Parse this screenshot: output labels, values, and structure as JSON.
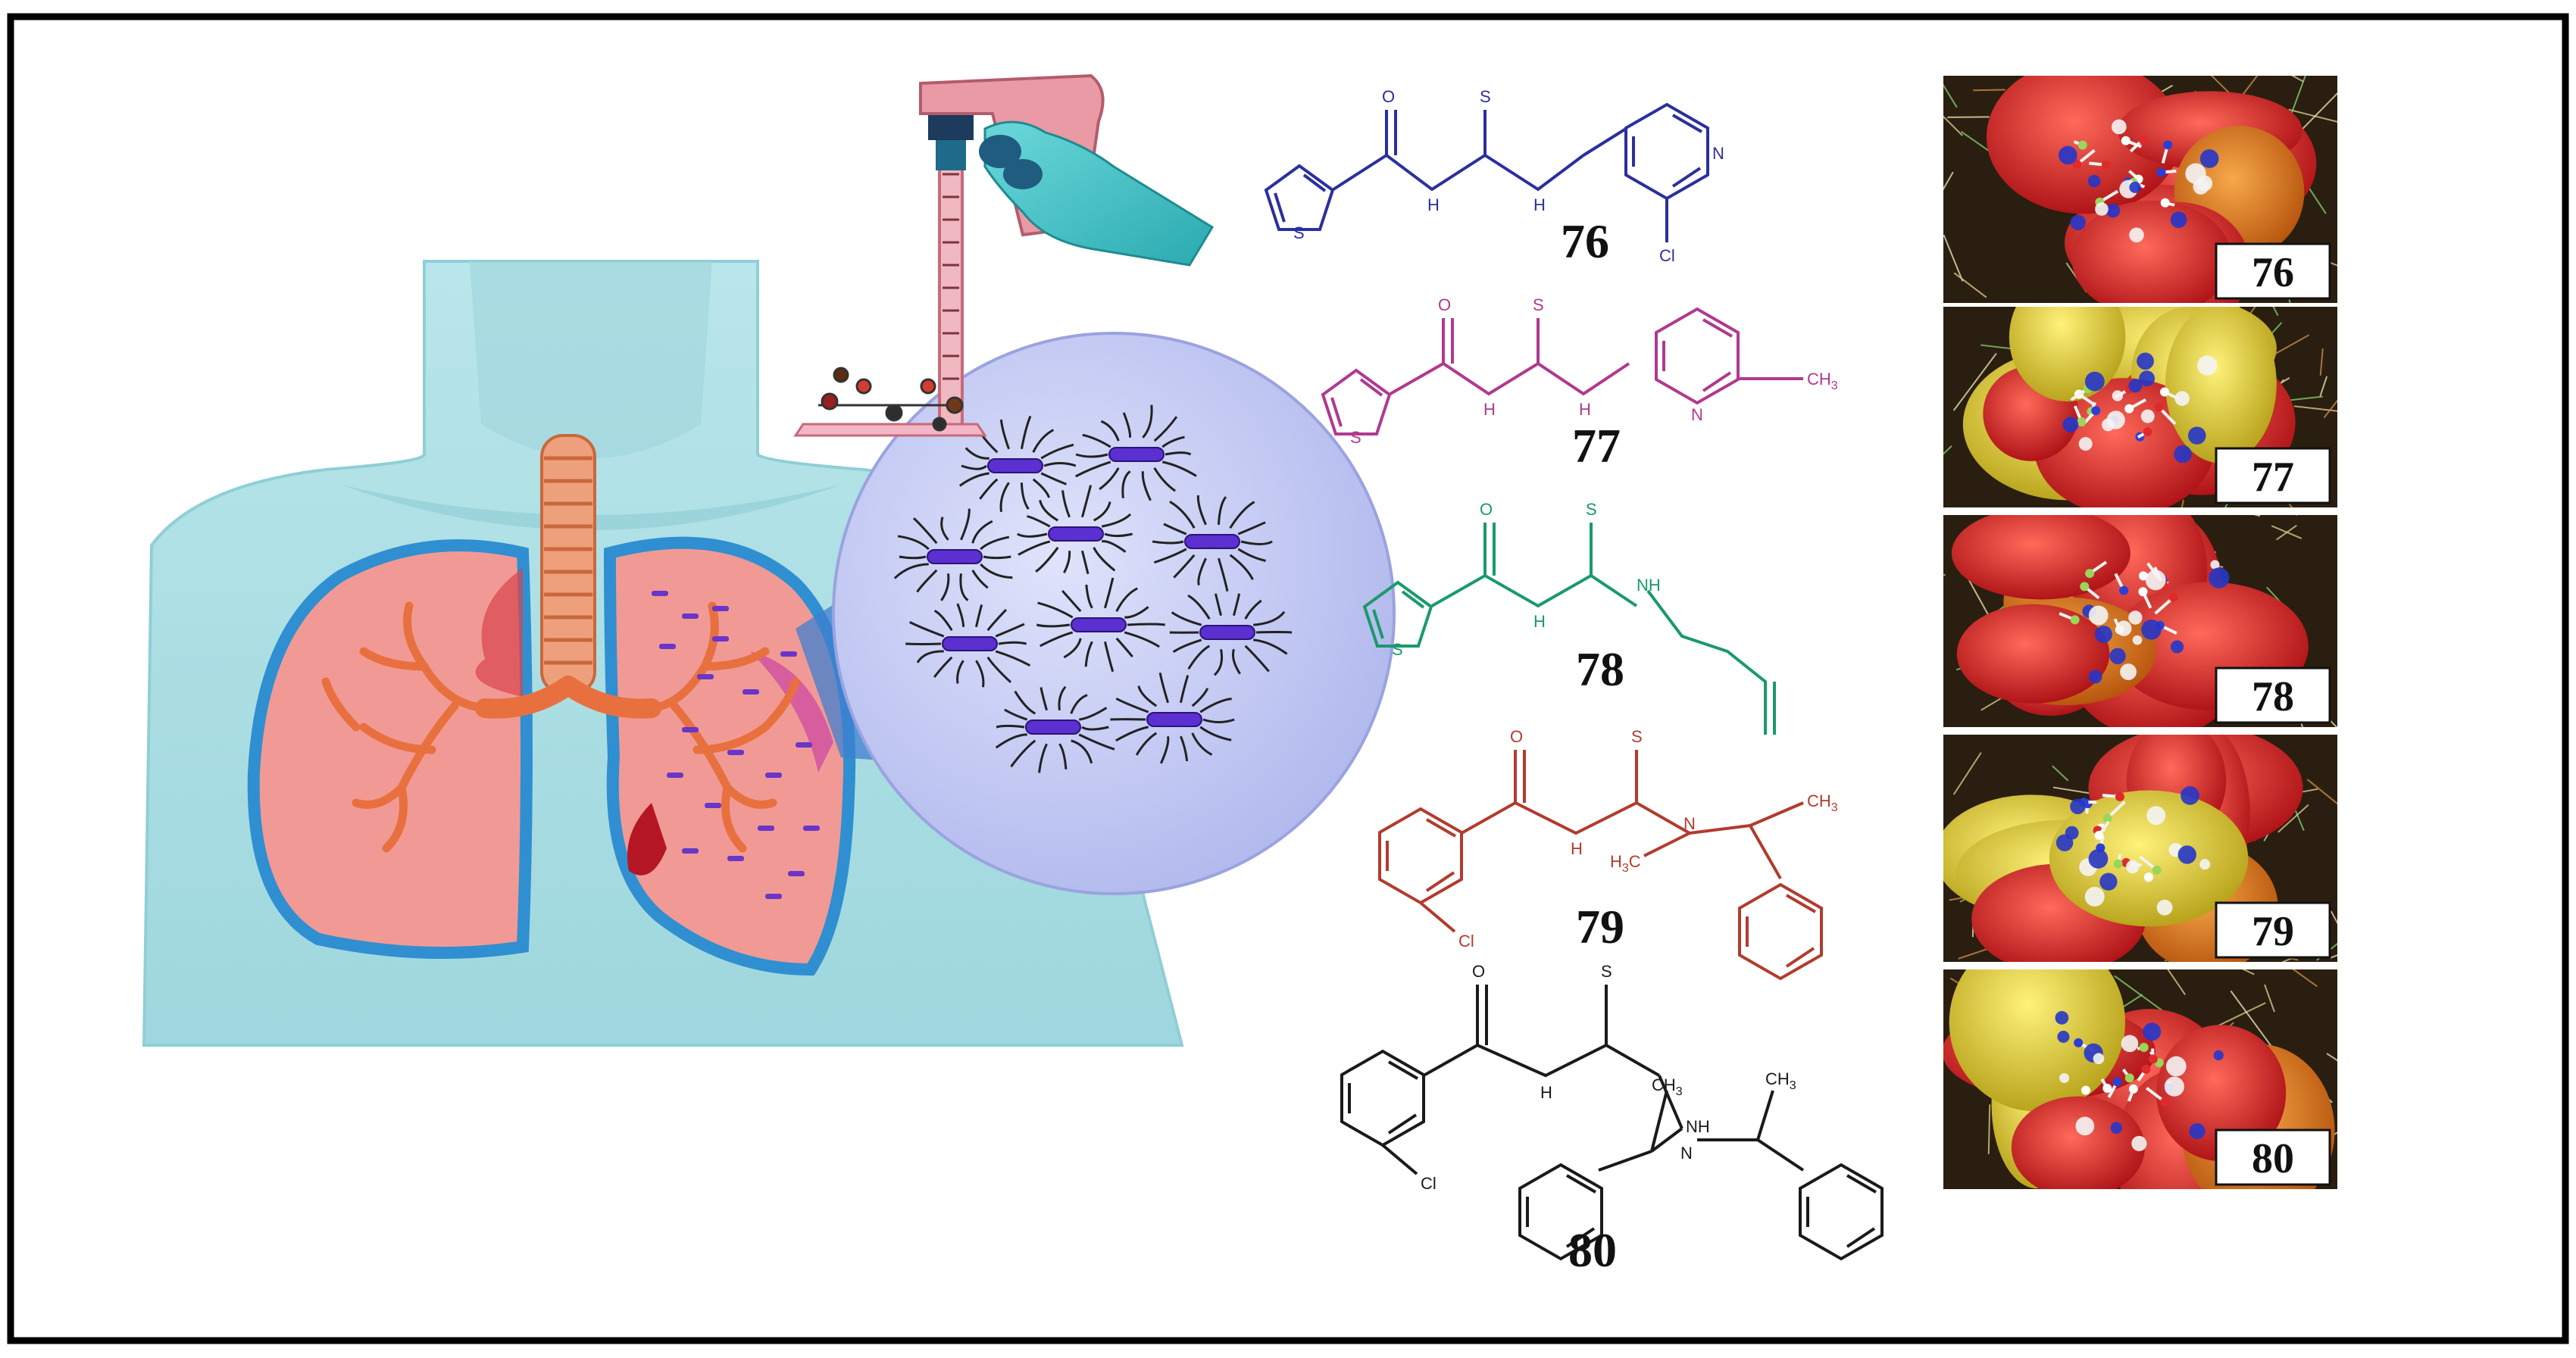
{
  "figure": {
    "compounds": [
      {
        "id": "76",
        "label": "76",
        "color": "#2b2f9e",
        "atoms": {
          "o": "O",
          "s": "S",
          "s_ring": "S",
          "nh1": "H",
          "nh2": "H",
          "n_ring": "N",
          "cl": "Cl"
        }
      },
      {
        "id": "77",
        "label": "77",
        "color": "#b0398f",
        "atoms": {
          "o": "O",
          "s": "S",
          "s_ring": "S",
          "nh1": "H",
          "nh2": "H",
          "n_ring": "N",
          "ch3": "CH3"
        }
      },
      {
        "id": "78",
        "label": "78",
        "color": "#1a9a6a",
        "atoms": {
          "o": "O",
          "s": "S",
          "s_ring": "S",
          "nh1": "H",
          "nh2": "NH"
        }
      },
      {
        "id": "79",
        "label": "79",
        "color": "#b23b2e",
        "atoms": {
          "o": "O",
          "s": "S",
          "nh1": "H",
          "n": "N",
          "h3c": "H3C",
          "ch3": "CH3",
          "cl": "Cl"
        }
      },
      {
        "id": "80",
        "label": "80",
        "color": "#1a1a1a",
        "atoms": {
          "o": "O",
          "s": "S",
          "nh1": "H",
          "nh": "NH",
          "ch3a": "CH3",
          "ch3b": "CH3",
          "n": "N",
          "cl": "Cl"
        }
      }
    ],
    "docking_panels": [
      "76",
      "77",
      "78",
      "79",
      "80"
    ],
    "colors": {
      "body": "#a8dde2",
      "body_outline": "#8fcfd6",
      "lung": "#f19a95",
      "lung_outline": "#2f8fd1",
      "trachea": "#eea07c",
      "bronchi": "#e8703f",
      "particle": "#6a35c9",
      "nanocircle": "#c9cff2",
      "glove": "#46c4c8",
      "inhaler": "#e99aa5",
      "protein_red": "#d1262a",
      "protein_yellow": "#e6d63a",
      "protein_orange": "#e07b1e",
      "protein_bg": "#2a1e10"
    },
    "icons": [
      "lungs-illustration",
      "inhaler-icon",
      "gloved-hand-icon",
      "nanoparticle-cluster-icon"
    ]
  }
}
